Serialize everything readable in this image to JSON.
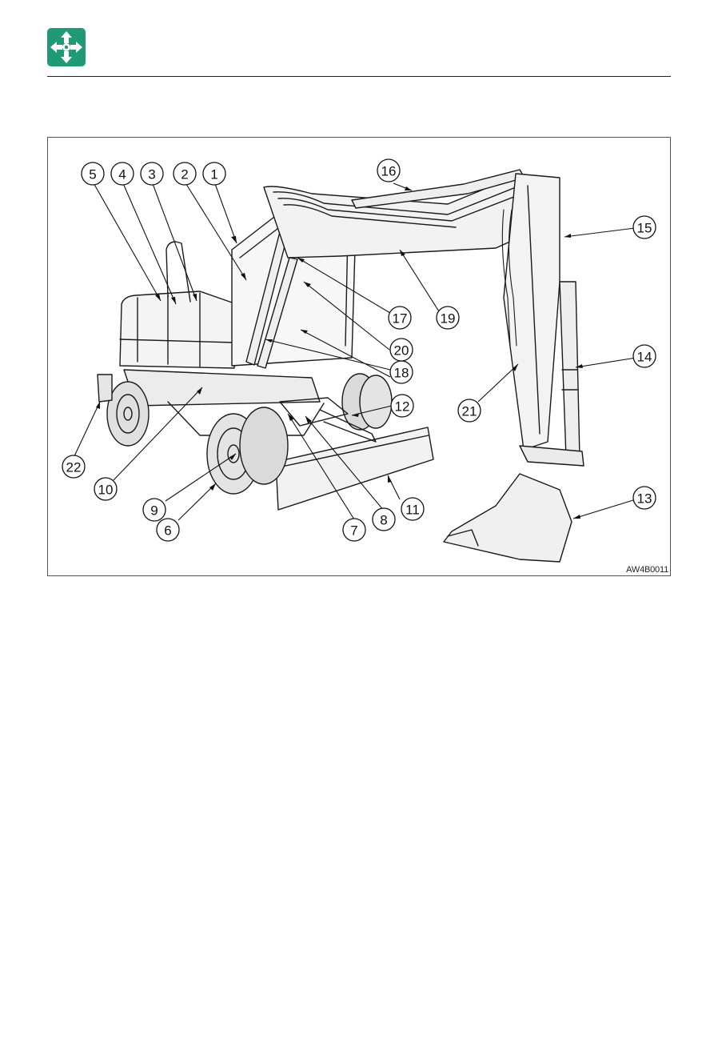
{
  "header": {
    "icon": "four-way-arrows-icon",
    "icon_color": "#1f9a72"
  },
  "figure": {
    "code": "AW4B0011",
    "callouts": [
      "1",
      "2",
      "3",
      "4",
      "5",
      "6",
      "7",
      "8",
      "9",
      "10",
      "11",
      "12",
      "13",
      "14",
      "15",
      "16",
      "17",
      "18",
      "19",
      "20",
      "21",
      "22"
    ]
  }
}
